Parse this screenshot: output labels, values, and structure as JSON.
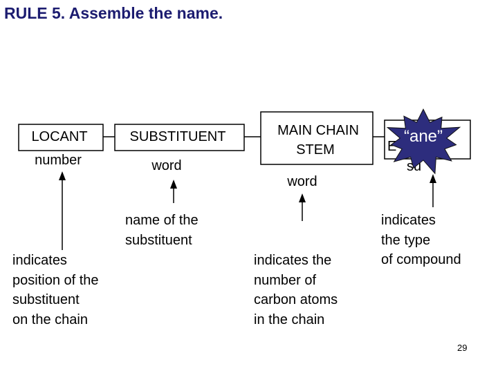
{
  "title": "RULE 5. Assemble the name.",
  "boxes": {
    "locant": {
      "line1": "LOCANT",
      "line2": "number"
    },
    "substituent": {
      "line1": "SUBSTITUENT",
      "line2": "word"
    },
    "main_chain": {
      "line1": "MAIN CHAIN",
      "line2": "STEM",
      "line3": "word"
    },
    "suffix": {
      "line1": "E",
      "line2": "su"
    }
  },
  "starburst": {
    "label": "“ane”",
    "color": "#2d2d7d"
  },
  "descriptions": {
    "locant": [
      "indicates",
      "position of the",
      "substituent",
      "on the chain"
    ],
    "substituent": [
      "name of the",
      "substituent"
    ],
    "main_chain": [
      "indicates the",
      "number of",
      "carbon atoms",
      "in the chain"
    ],
    "suffix": [
      "indicates",
      "the type",
      "of compound"
    ]
  },
  "page_number": "29"
}
